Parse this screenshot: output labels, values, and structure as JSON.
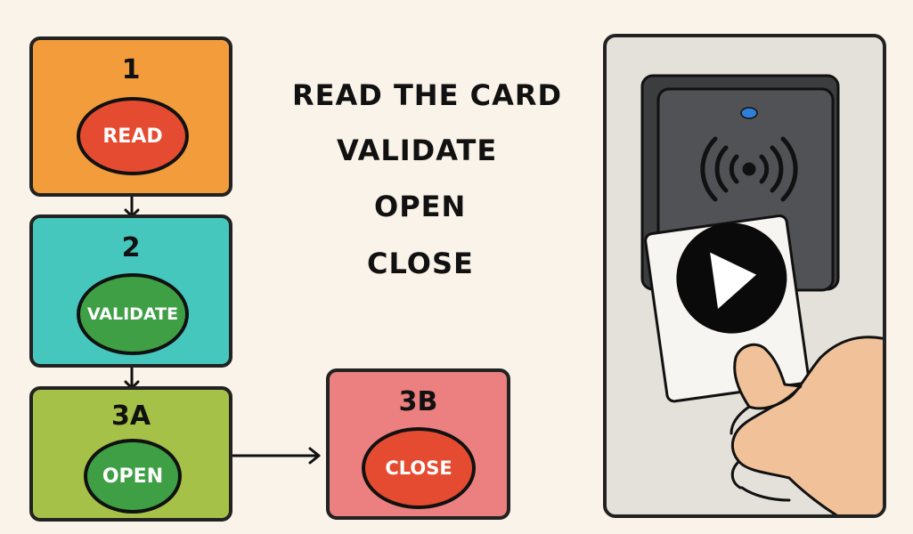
{
  "flow": {
    "step1": {
      "number": "1",
      "label": "READ",
      "color": "#f39c3c"
    },
    "step2": {
      "number": "2",
      "label": "VALIDATE",
      "color": "#46c7bd"
    },
    "step3a": {
      "number": "3A",
      "label": "OPEN",
      "color": "#a6c148"
    },
    "step3b": {
      "number": "3B",
      "label": "CLOSE",
      "color": "#ec7f7f"
    }
  },
  "steps_list": [
    "READ THE CARD",
    "VALIDATE",
    "OPEN",
    "CLOSE"
  ],
  "illustration": {
    "reader_icon": "contactless-icon",
    "card_icon": "play-icon",
    "status_light_color": "#2e7fd8"
  }
}
